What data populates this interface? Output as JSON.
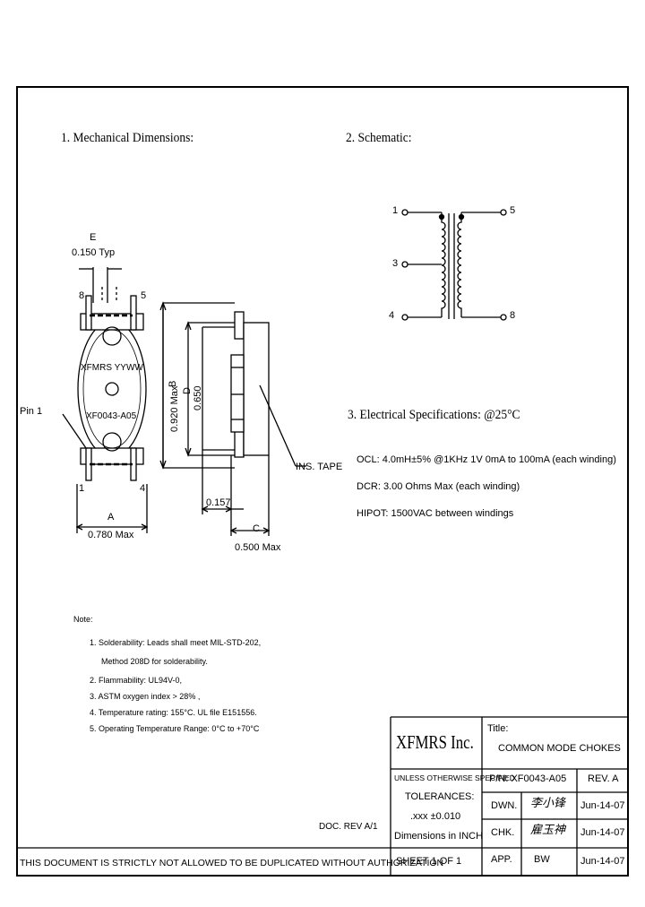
{
  "sections": {
    "mech_title": "1. Mechanical Dimensions:",
    "schematic_title": "2. Schematic:",
    "elec_title": "3. Electrical   Specifications: @25°C"
  },
  "mech": {
    "dim_e_letter": "E",
    "dim_e_value": "0.150 Typ",
    "pin8": "8",
    "pin5": "5",
    "pin1": "1",
    "pin4": "4",
    "pin1_label": "Pin 1",
    "body_brand": "XFMRS YYWW",
    "body_part": "XF0043-A05",
    "dim_a_letter": "A",
    "dim_a_value": "0.780 Max",
    "dim_b_letter": "B",
    "dim_b_value": "0.920 Max",
    "dim_d_letter": "D",
    "dim_d_value": "0.650",
    "dim_157": "0.157",
    "dim_c_letter": "C",
    "dim_c_value": "0.500 Max",
    "ins_tape": "INS. TAPE"
  },
  "schematic": {
    "p1": "1",
    "p3": "3",
    "p4": "4",
    "p5": "5",
    "p8": "8"
  },
  "electrical": {
    "ocl": "OCL: 4.0mH±5% @1KHz 1V 0mA to 100mA (each winding)",
    "dcr": "DCR: 3.00 Ohms Max (each winding)",
    "hipot": "HIPOT: 1500VAC between windings"
  },
  "notes": {
    "title": "Note:",
    "items": [
      "1. Solderability: Leads shall meet MIL-STD-202,",
      "Method 208D for solderability.",
      "2. Flammability: UL94V-0,",
      "3. ASTM oxygen index > 28% ,",
      "4. Temperature rating: 155°C. UL file E151556.",
      "5. Operating Temperature Range: 0°C to +70°C"
    ]
  },
  "doc_rev": "DOC. REV A/1",
  "footer": "THIS DOCUMENT IS STRICTLY NOT ALLOWED TO BE DUPLICATED WITHOUT AUTHORIZATION",
  "title_block": {
    "company": "XFMRS Inc.",
    "title_label": "Title:",
    "title_value": "COMMON MODE CHOKES",
    "unless": "UNLESS OTHERWISE SPECIFIED",
    "pn": "P/N: XF0043-A05",
    "rev": "REV. A",
    "tolerances": "TOLERANCES:",
    "tol_value": ".xxx ±0.010",
    "dims": "Dimensions in INCH",
    "dwn": "DWN.",
    "dwn_sig": "李小锋",
    "dwn_date": "Jun-14-07",
    "chk": "CHK.",
    "chk_sig": "雇玉神",
    "chk_date": "Jun-14-07",
    "sheet": "SHEET 1 OF 1",
    "app": "APP.",
    "app_sig": "BW",
    "app_date": "Jun-14-07"
  }
}
